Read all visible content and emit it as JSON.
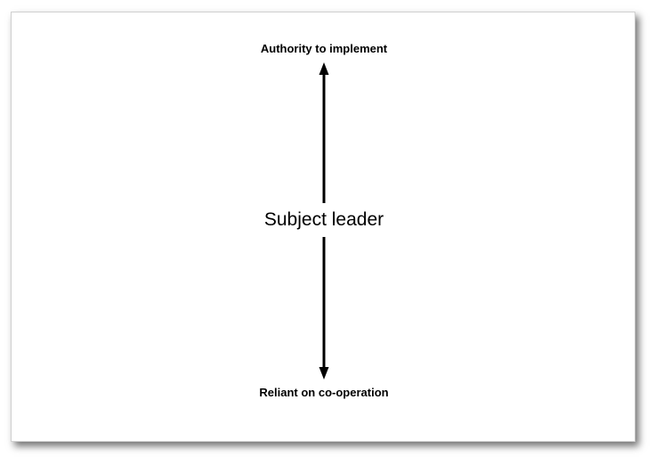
{
  "diagram": {
    "top_label": "Authority to implement",
    "center_label": "Subject leader",
    "bottom_label": "Reliant on co-operation"
  }
}
